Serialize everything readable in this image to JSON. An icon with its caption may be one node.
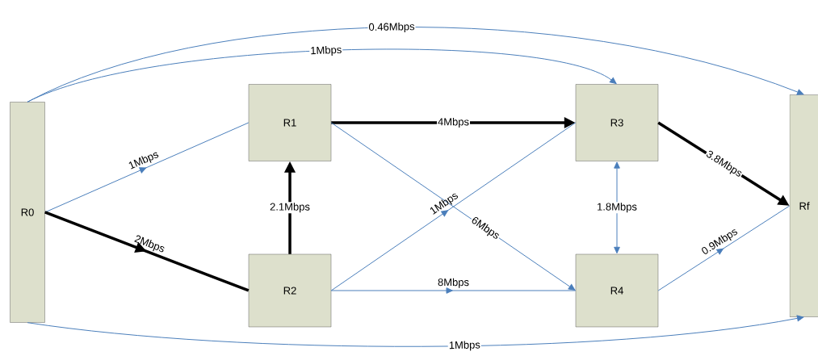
{
  "diagram": {
    "nodes": [
      {
        "text": [
          "R0"
        ]
      },
      {
        "text": [
          "R1"
        ]
      },
      {
        "text": [
          "R2"
        ]
      },
      {
        "text": [
          "R3"
        ]
      },
      {
        "text": [
          "R4"
        ]
      },
      {
        "text": [
          "Rf"
        ]
      }
    ],
    "edges": [
      {
        "from": 0,
        "to": 5,
        "arrow": "to",
        "label": "0.46Mbps"
      },
      {
        "from": 0,
        "to": 3,
        "arrow": "to",
        "label": "1Mbps"
      },
      {
        "from": 0,
        "to": 1,
        "arrow": "to",
        "label": "1Mbps"
      },
      {
        "from": 0,
        "to": 2,
        "arrow": "to",
        "label": "2Mbps",
        "style": "thick",
        "color": "#000000"
      },
      {
        "from": 2,
        "to": 1,
        "arrow": "to",
        "label": "2.1Mbps",
        "style": "thick",
        "color": "#000000"
      },
      {
        "from": 1,
        "to": 3,
        "arrow": "to",
        "label": "4Mbps",
        "style": "thick",
        "color": "#000000"
      },
      {
        "from": 1,
        "to": 4,
        "arrow": "to",
        "label": "6Mbps"
      },
      {
        "from": 2,
        "to": 3,
        "arrow": "to",
        "label": "1Mbps"
      },
      {
        "from": 2,
        "to": 4,
        "arrow": "to",
        "label": "8Mbps"
      },
      {
        "from": 3,
        "to": 4,
        "arrow": "both",
        "label": "1.8Mbps"
      },
      {
        "from": 3,
        "to": 5,
        "arrow": "to",
        "label": "3.8Mbps",
        "style": "thick",
        "color": "#000000"
      },
      {
        "from": 4,
        "to": 5,
        "arrow": "to",
        "label": "0.9Mbps"
      },
      {
        "from": 0,
        "to": 5,
        "arrow": "to",
        "label": "1Mbps"
      }
    ]
  }
}
